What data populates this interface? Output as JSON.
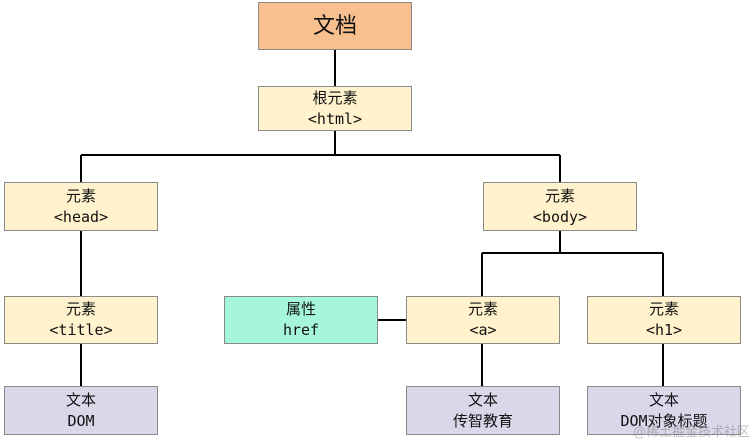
{
  "colors": {
    "document": "#f9c08f",
    "element": "#fff2cc",
    "attribute": "#a6f7d9",
    "text": "#dcd6ea",
    "connector": "#000000"
  },
  "nodes": {
    "document": {
      "line1": "文档"
    },
    "html": {
      "line1": "根元素",
      "line2": "<html>"
    },
    "head": {
      "line1": "元素",
      "line2": "<head>"
    },
    "body": {
      "line1": "元素",
      "line2": "<body>"
    },
    "title": {
      "line1": "元素",
      "line2": "<title>"
    },
    "attr_href": {
      "line1": "属性",
      "line2": "href"
    },
    "a": {
      "line1": "元素",
      "line2": "<a>"
    },
    "h1": {
      "line1": "元素",
      "line2": "<h1>"
    },
    "text_dom": {
      "line1": "文本",
      "line2": "DOM"
    },
    "text_a": {
      "line1": "文本",
      "line2": "传智教育"
    },
    "text_h1": {
      "line1": "文本",
      "line2": "DOM对象标题"
    }
  },
  "watermark": "@稀土掘金技术社区"
}
